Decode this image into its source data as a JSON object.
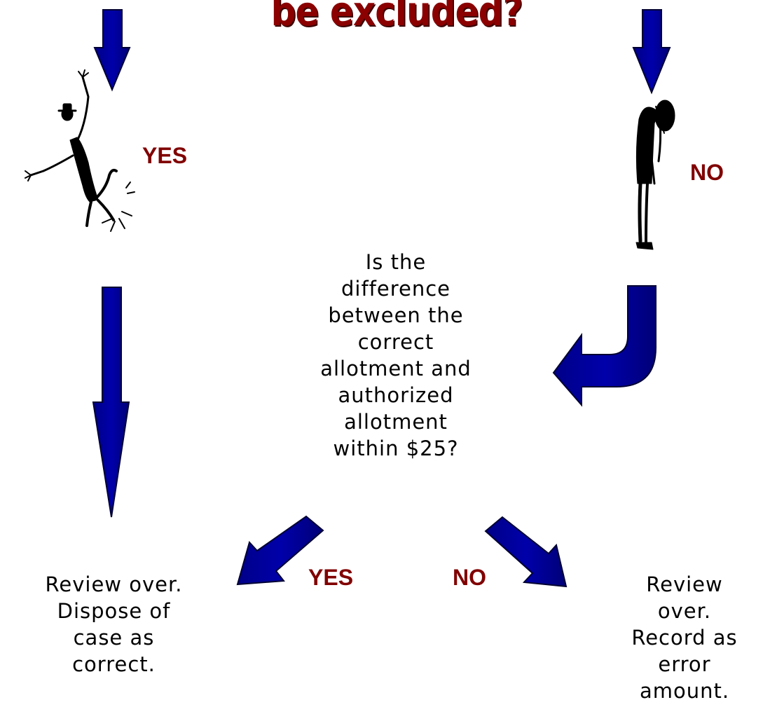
{
  "title": "be excluded?",
  "labels": {
    "yes_top": "YES",
    "no_top": "NO",
    "yes_bottom": "YES",
    "no_bottom": "NO"
  },
  "question": {
    "lines": [
      "Is the",
      "difference",
      "between the",
      "correct",
      "allotment and",
      "authorized",
      "allotment",
      "within $25?"
    ]
  },
  "outcome_left": {
    "lines": [
      "Review over.",
      "Dispose of",
      "case as",
      "correct."
    ]
  },
  "outcome_right": {
    "lines": [
      "Review",
      "over.",
      "Record as",
      "error",
      "amount."
    ]
  },
  "colors": {
    "arrow_fill": "#000099",
    "arrow_stroke": "#000033",
    "label_color": "#800000",
    "title_color": "#8b0000"
  },
  "icons": {
    "left_figure": "jumping-figure-icon",
    "right_figure": "slumped-figure-icon"
  }
}
